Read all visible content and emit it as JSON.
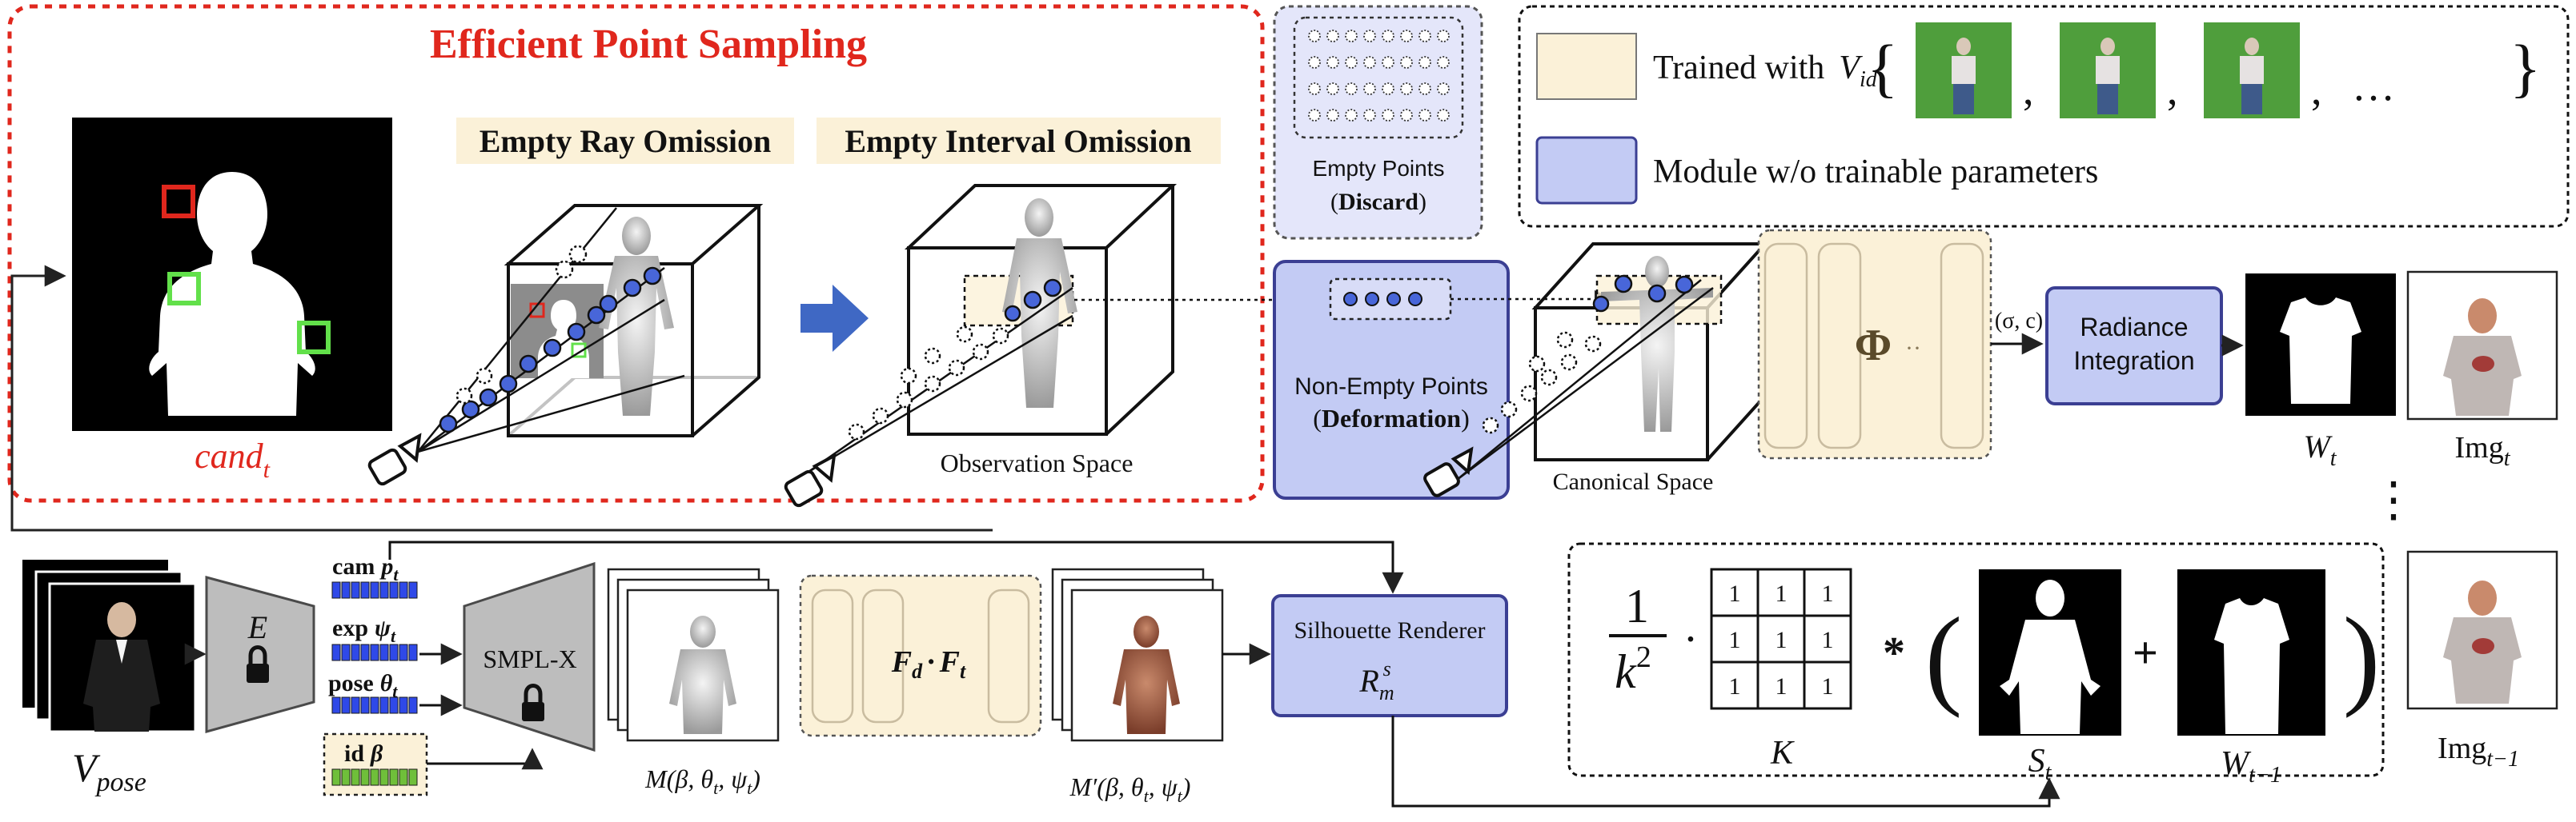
{
  "colors": {
    "accent_red": "#e0271d",
    "module_blue": "#c3cbf4",
    "module_blue_border": "#3b3f93",
    "trained_cream": "#fbf1d8",
    "point_blue": "#4866d9",
    "param_blue": "#2f49e8",
    "param_green": "#6fbf3a",
    "encoder_gray": "#bdbdbd",
    "empty_points_bg": "#e4e6fa"
  },
  "icons": {
    "lock": "lock-icon",
    "camera": "camera-icon",
    "forward_arrow": "block-arrow-icon"
  },
  "sampling": {
    "title": "Efficient Point Sampling",
    "empty_ray_label": "Empty Ray Omission",
    "empty_interval_label": "Empty Interval Omission",
    "cand_label": "cand",
    "cand_sub": "t",
    "observation_label": "Observation Space"
  },
  "points": {
    "empty_label": "Empty Points",
    "discard_open": "(",
    "discard_bold": "Discard",
    "discard_close": ")",
    "nonempty_label": "Non-Empty Points",
    "deformation_open": "(",
    "deformation_bold": "Deformation",
    "deformation_close": ")",
    "canonical_label": "Canonical Space"
  },
  "legend": {
    "trained_label": "Trained with",
    "trained_var": "V",
    "trained_var_sub": "id",
    "brace_open": "{",
    "brace_close": "}",
    "commas": [
      ",",
      ",",
      ",",
      "…"
    ],
    "module_label": "Module w/o trainable parameters"
  },
  "network": {
    "phi_symbol": "Φ",
    "phi_dots": "··",
    "sigma_c": "(σ, c)",
    "radiance_line1": "Radiance",
    "radiance_line2": "Integration",
    "w_label": "W",
    "w_sub": "t",
    "img_label": "Img",
    "img_sub": "t",
    "vdots": "⋮"
  },
  "bottom": {
    "v_pose": "V",
    "v_pose_sub": "pose",
    "encoder": "E",
    "cam_label": "cam",
    "cam_sym": "p",
    "cam_sub": "t",
    "exp_label": "exp",
    "exp_sym": "ψ",
    "exp_sub": "t",
    "pose_label": "pose",
    "pose_sym": "θ",
    "pose_sub": "t",
    "id_label": "id",
    "id_sym": "β",
    "smplx": "SMPL-X",
    "mesh_label": "M(β, θ",
    "mesh_label_rest": ", ψ",
    "mesh_label_end": ")",
    "f_d": "F",
    "f_d_sub": "d",
    "dot": "·",
    "f_t": "F",
    "f_t_sub": "t",
    "mesh2_label": "M′(β, θ",
    "silhouette_line": "Silhouette Renderer",
    "renderer_sym": "R",
    "renderer_sub": "m",
    "renderer_sup": "s"
  },
  "formula": {
    "frac_num": "1",
    "frac_den": "k",
    "frac_den_sup": "2",
    "dot": "·",
    "kernel": [
      "1",
      "1",
      "1",
      "1",
      "1",
      "1",
      "1",
      "1",
      "1"
    ],
    "k_label": "K",
    "conv": "*",
    "paren_open": "(",
    "plus": "+",
    "paren_close": ")",
    "s_label": "S",
    "s_sub": "t",
    "w_prev": "W",
    "w_prev_sub": "t−1",
    "img_prev": "Img",
    "img_prev_sub": "t−1"
  }
}
